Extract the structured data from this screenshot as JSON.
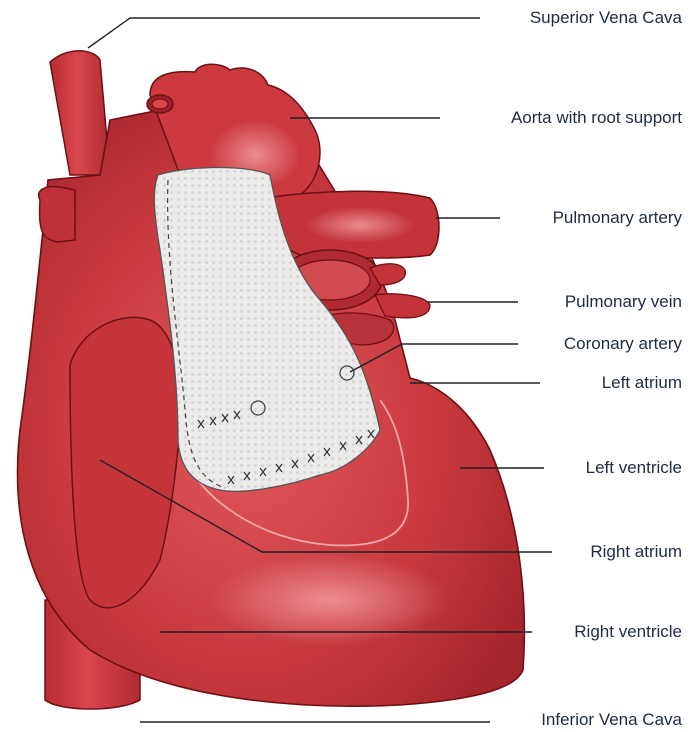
{
  "labels": {
    "superior_vena_cava": "Superior Vena Cava",
    "aorta": "Aorta with root support",
    "pulmonary_artery": "Pulmonary artery",
    "pulmonary_vein": "Pulmonary vein",
    "coronary_artery": "Coronary artery",
    "left_atrium": "Left atrium",
    "left_ventricle": "Left ventricle",
    "right_atrium": "Right atrium",
    "right_ventricle": "Right ventricle",
    "inferior_vena_cava": "Inferior Vena Cava"
  },
  "colors": {
    "tissue": "#c8393e",
    "tissue_dark": "#9d1f27",
    "tissue_light": "#e46b70",
    "outline": "#6d1016",
    "mesh": "#ecebea",
    "leader": "#222222",
    "text": "#1f2a44"
  }
}
